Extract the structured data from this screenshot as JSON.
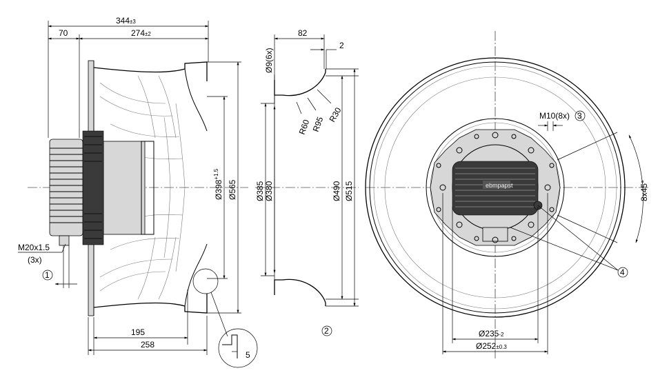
{
  "drawing": {
    "side_view": {
      "overall_length": "344",
      "overall_length_tol": "±3",
      "motor_length": "70",
      "impeller_length": "274",
      "impeller_length_tol": "±2",
      "inlet_diameter": "Ø398",
      "inlet_diameter_tol": "+1.5",
      "outer_diameter": "Ø565",
      "cable_gland": "M20x1.5",
      "cable_gland_qty": "(3x)",
      "callout_1": "1",
      "dim_195": "195",
      "dim_258": "258",
      "detail_dim": "5"
    },
    "nozzle_view": {
      "width": "82",
      "offset": "2",
      "holes": "Ø9(6x)",
      "r60": "R60",
      "r95": "R95",
      "r30": "R30",
      "d385": "Ø385",
      "d380": "Ø380",
      "d490": "Ø490",
      "d515": "Ø515",
      "callout_2": "2"
    },
    "front_view": {
      "thread": "M10(8x)",
      "callout_3": "3",
      "angle": "8x45°",
      "callout_4": "4",
      "bolt_circle": "Ø235",
      "bolt_circle_tol": "-2",
      "outer_bolt_circle": "Ø252",
      "outer_bolt_circle_tol": "±0.3",
      "brand": "ebmpapst"
    }
  }
}
